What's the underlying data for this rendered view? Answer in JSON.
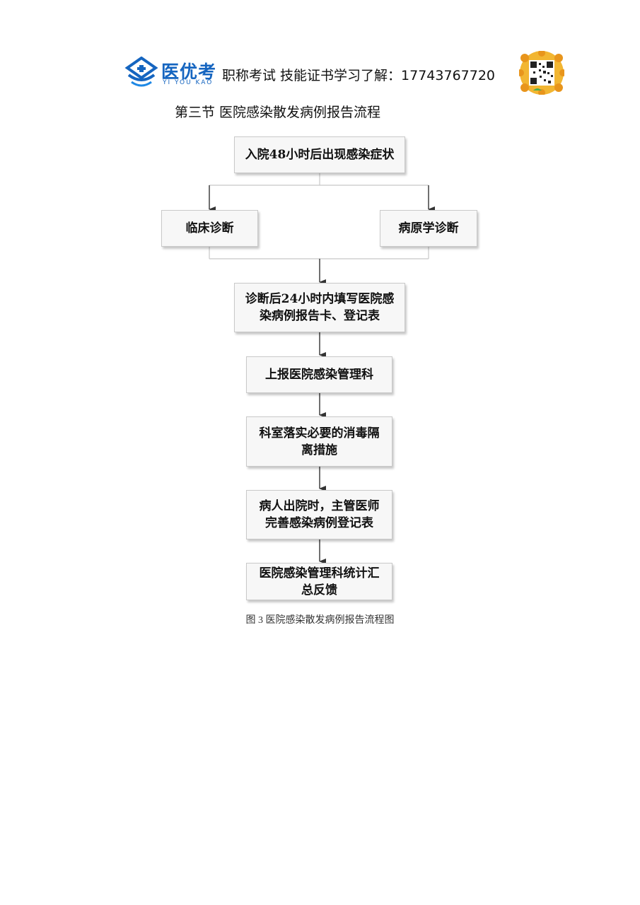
{
  "header": {
    "logo_cn": "医优考",
    "logo_en": "YI YOU KAO",
    "contact": "职称考试 技能证书学习了解：17743767720"
  },
  "section_title": "第三节 医院感染散发病例报告流程",
  "flow": {
    "onset": "入院48小时后出现感染症状",
    "clinical": "临床诊断",
    "pathogen": "病原学诊断",
    "fill_card_line1": "诊断后24小时内填写医院感",
    "fill_card_line2": "染病例报告卡、登记表",
    "report": "上报医院感染管理科",
    "disinfect_line1": "科室落实必要的消毒隔",
    "disinfect_line2": "离措施",
    "discharge_line1": "病人出院时，主管医师",
    "discharge_line2": "完善感染病例登记表",
    "stats_line1": "医院感染管理科统计汇",
    "stats_line2": "总反馈"
  },
  "caption": "图 3 医院感染散发病例报告流程图",
  "colors": {
    "brand": "#1565c0",
    "arrow": "#333333",
    "connector": "#c8c8c8"
  }
}
